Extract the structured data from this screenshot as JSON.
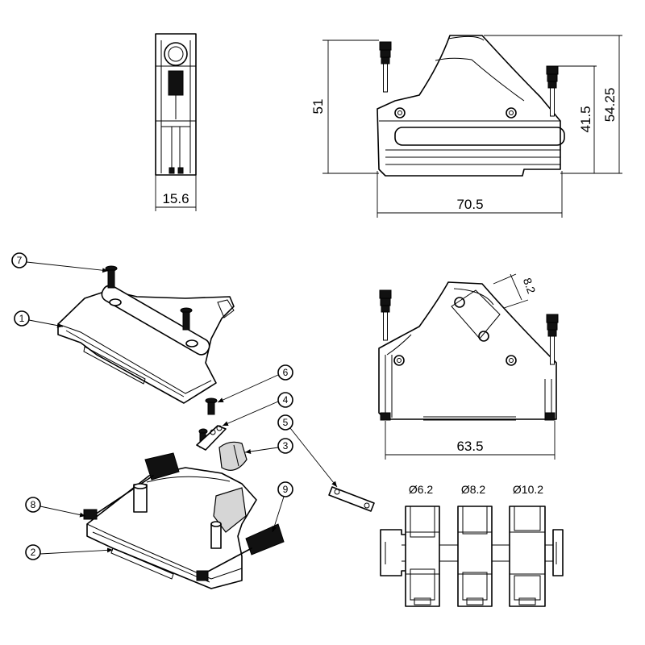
{
  "dimensions": {
    "side_width": "15.6",
    "overall_width": "70.5",
    "height_left": "51",
    "height_mid": "41.5",
    "height_right": "54.25",
    "base_width": "63.5",
    "cable_width": "8.2"
  },
  "cable_diameters": [
    "Ø6.2",
    "Ø8.2",
    "Ø10.2"
  ],
  "callouts": [
    "1",
    "2",
    "3",
    "4",
    "5",
    "6",
    "7",
    "8",
    "9"
  ]
}
